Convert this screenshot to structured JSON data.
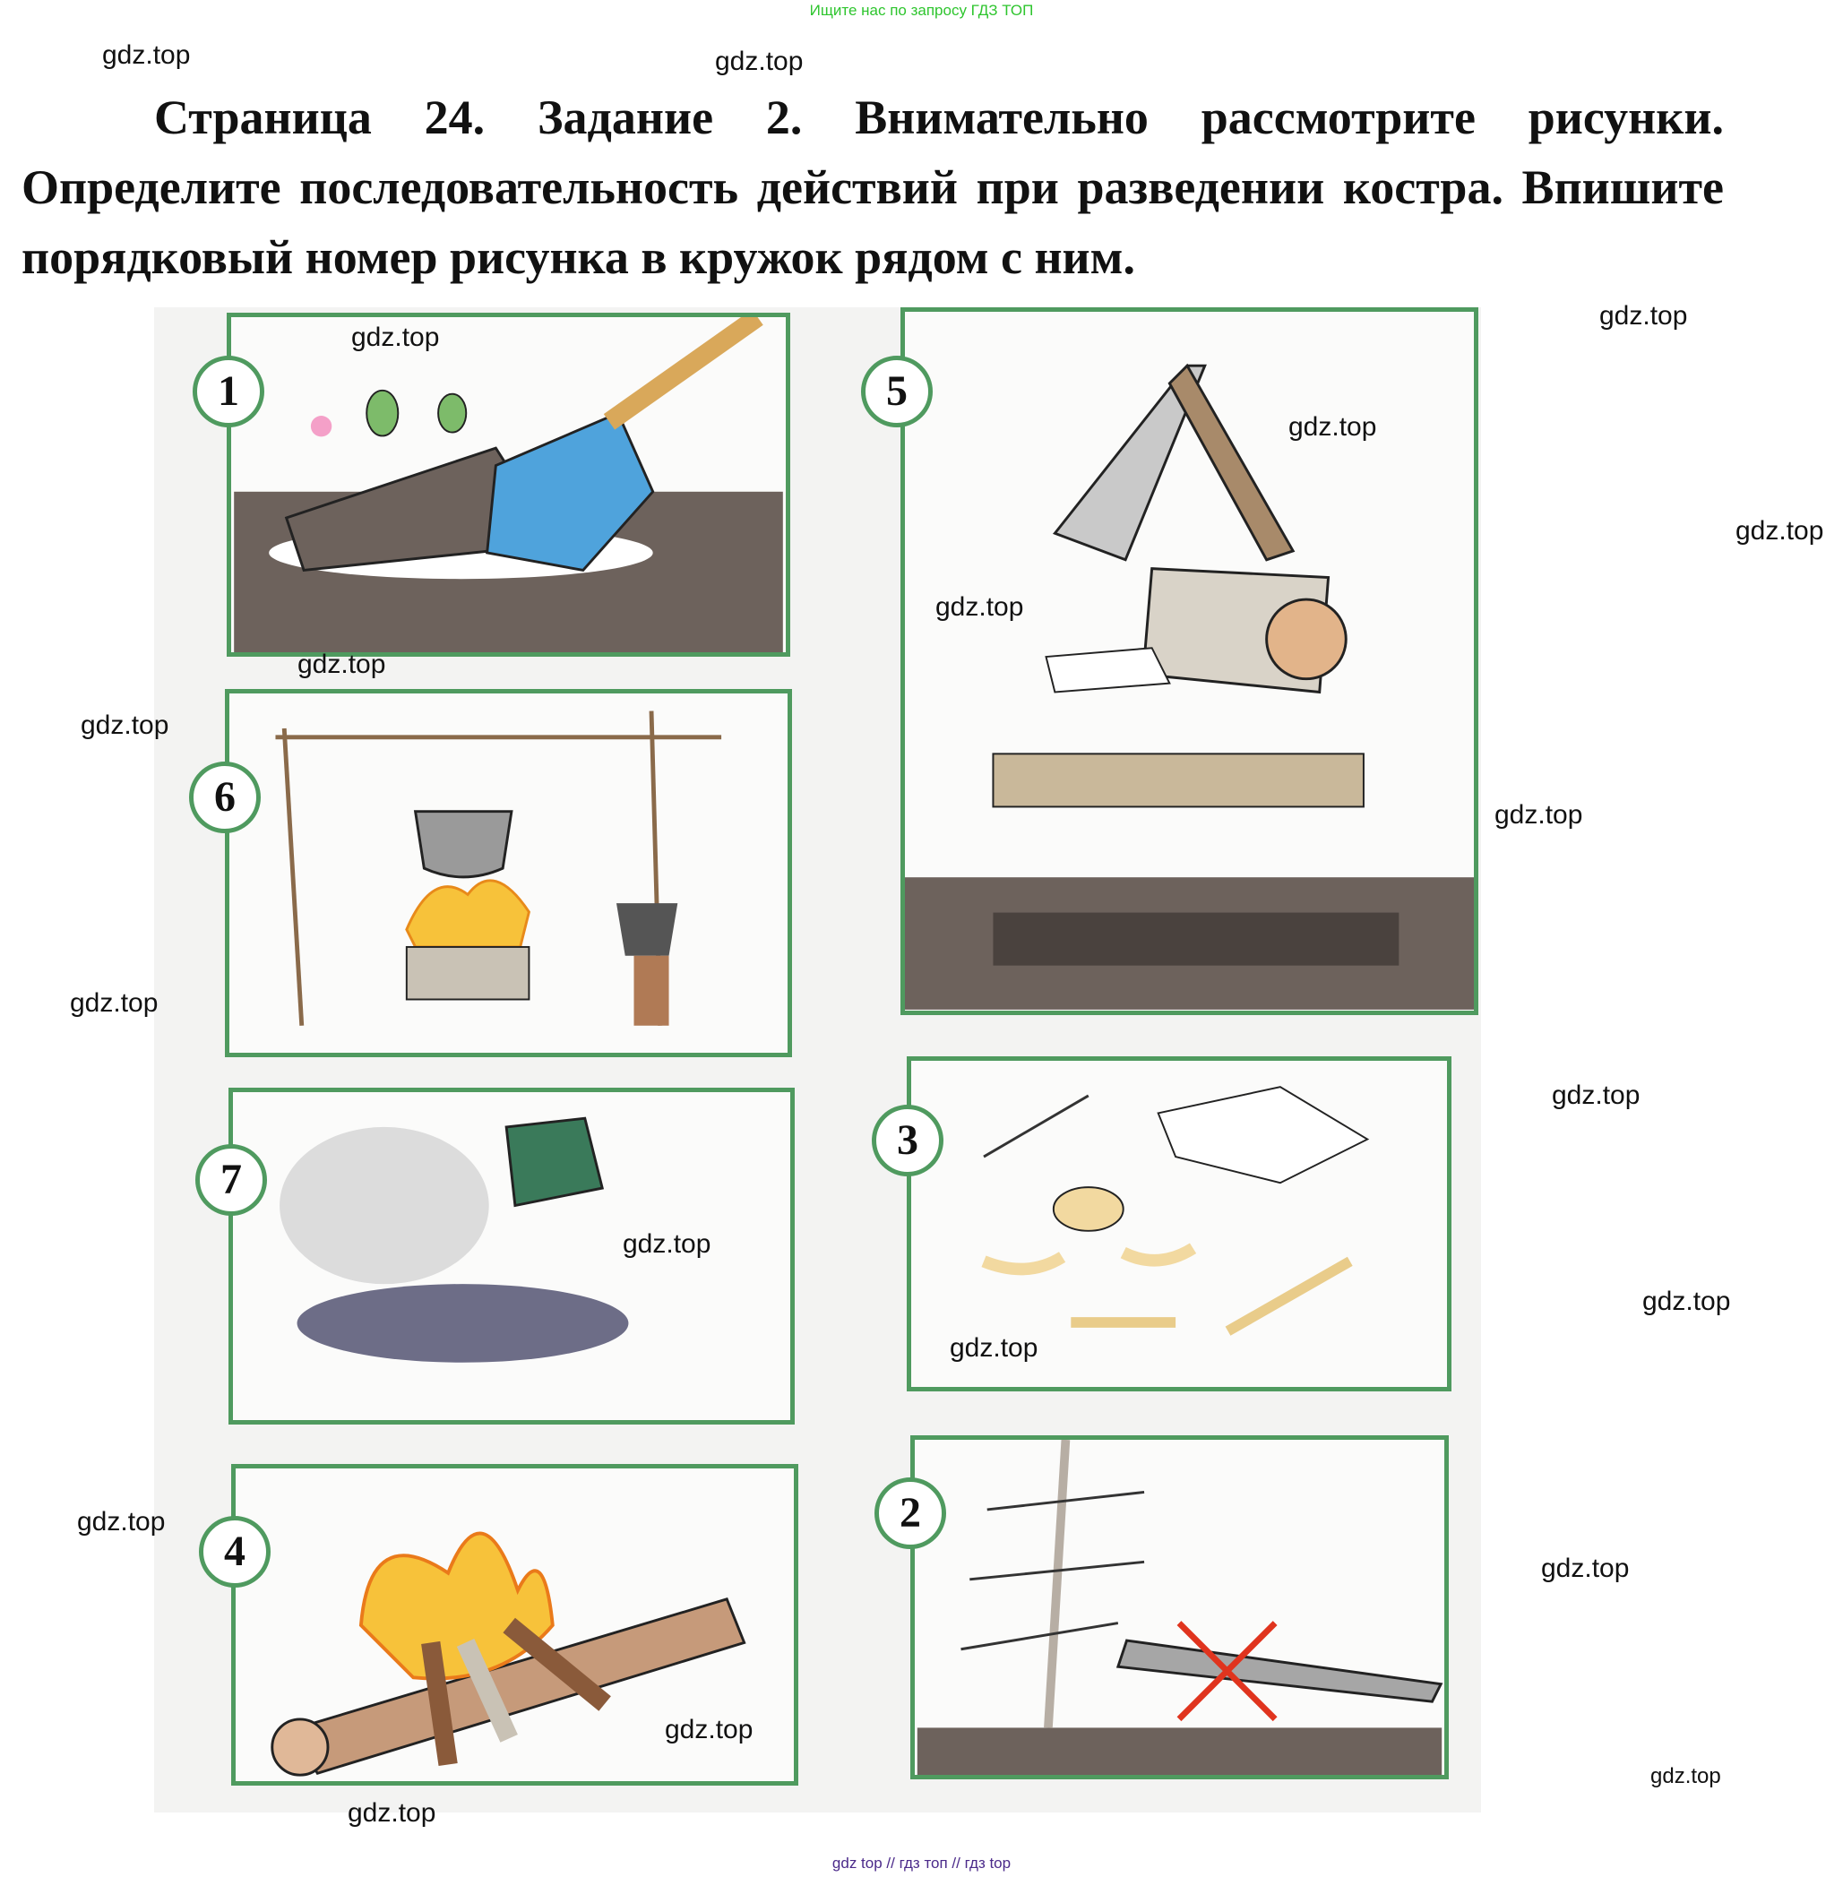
{
  "top_banner": "Ищите нас по запросу ГДЗ ТОП",
  "title": "Страница 24. Задание 2. Внимательно рассмотрите рисунки. Определите последовательность действий при разведении костра. Впишите порядковый номер рисунка в кружок рядом с ним.",
  "panels": [
    {
      "number": "1",
      "scene": "digging-turf"
    },
    {
      "number": "6",
      "scene": "pot-over-fire"
    },
    {
      "number": "7",
      "scene": "extinguished-fire"
    },
    {
      "number": "4",
      "scene": "campfire-on-log"
    },
    {
      "number": "5",
      "scene": "fire-laying-layers"
    },
    {
      "number": "3",
      "scene": "tinder"
    },
    {
      "number": "2",
      "scene": "dead-wood"
    }
  ],
  "watermarks": [
    "gdz.top",
    "gdz.top",
    "gdz.top",
    "gdz.top",
    "gdz.top",
    "gdz.top",
    "gdz.top",
    "gdz.top",
    "gdz.top",
    "gdz.top",
    "gdz.top",
    "gdz.top",
    "gdz.top",
    "gdz.top",
    "gdz.top",
    "gdz.top",
    "gdz.top",
    "gdz.top",
    "gdz.top",
    "gdz.top"
  ],
  "bottom_banner": "gdz top  //  гдз топ  //  гдз top"
}
